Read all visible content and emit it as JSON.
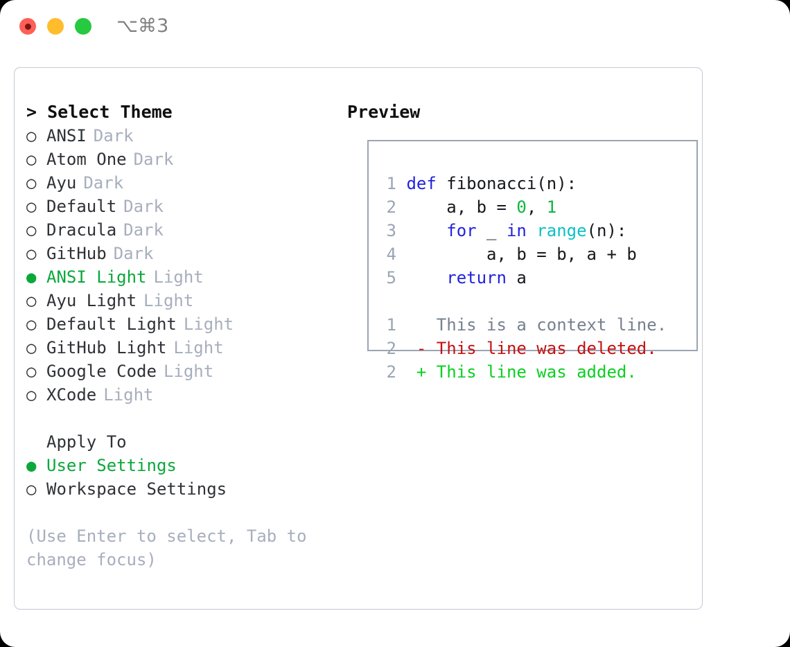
{
  "titlebar": {
    "shortcut": "⌥⌘3",
    "lights": [
      {
        "name": "close",
        "color": "#ff5f56"
      },
      {
        "name": "minimize",
        "color": "#ffbd2e"
      },
      {
        "name": "zoom",
        "color": "#26c940"
      }
    ]
  },
  "colors": {
    "selected": "#0aa83a",
    "muted": "#a7aebd",
    "text": "#2f3136",
    "panel_border": "#c3c9d4",
    "preview_border": "#9ba4b4",
    "keyword": "#2222dd",
    "function": "#0ac0c8",
    "number": "#0ab83c",
    "diff_removed": "#c51111",
    "diff_added": "#0ad022",
    "line_number": "#9ba4b4"
  },
  "theme_panel": {
    "title": "> Select Theme",
    "markers": {
      "selected": "●",
      "unselected": "○"
    },
    "items": [
      {
        "label": "ANSI",
        "variant": "Dark",
        "selected": false
      },
      {
        "label": "Atom One",
        "variant": "Dark",
        "selected": false
      },
      {
        "label": "Ayu",
        "variant": "Dark",
        "selected": false
      },
      {
        "label": "Default",
        "variant": "Dark",
        "selected": false
      },
      {
        "label": "Dracula",
        "variant": "Dark",
        "selected": false
      },
      {
        "label": "GitHub",
        "variant": "Dark",
        "selected": false
      },
      {
        "label": "ANSI Light",
        "variant": "Light",
        "selected": true
      },
      {
        "label": "Ayu Light",
        "variant": "Light",
        "selected": false
      },
      {
        "label": "Default Light",
        "variant": "Light",
        "selected": false
      },
      {
        "label": "GitHub Light",
        "variant": "Light",
        "selected": false
      },
      {
        "label": "Google Code",
        "variant": "Light",
        "selected": false
      },
      {
        "label": "XCode",
        "variant": "Light",
        "selected": false
      }
    ]
  },
  "apply_to": {
    "title": "Apply To",
    "items": [
      {
        "label": "User Settings",
        "selected": true
      },
      {
        "label": "Workspace Settings",
        "selected": false
      }
    ]
  },
  "hint": "(Use Enter to select, Tab to change focus)",
  "preview": {
    "title": "Preview",
    "code_lines": [
      {
        "number": "1",
        "tokens": [
          {
            "t": "def",
            "c": "kw"
          },
          {
            "t": " fibonacci(n):",
            "c": "plain"
          }
        ]
      },
      {
        "number": "2",
        "tokens": [
          {
            "t": "    a, b = ",
            "c": "plain"
          },
          {
            "t": "0",
            "c": "num"
          },
          {
            "t": ", ",
            "c": "plain"
          },
          {
            "t": "1",
            "c": "num"
          }
        ]
      },
      {
        "number": "3",
        "tokens": [
          {
            "t": "    ",
            "c": "plain"
          },
          {
            "t": "for",
            "c": "kw"
          },
          {
            "t": " _ ",
            "c": "plain"
          },
          {
            "t": "in",
            "c": "kw"
          },
          {
            "t": " ",
            "c": "plain"
          },
          {
            "t": "range",
            "c": "fn"
          },
          {
            "t": "(n):",
            "c": "plain"
          }
        ]
      },
      {
        "number": "4",
        "tokens": [
          {
            "t": "        a, b = b, a + b",
            "c": "plain"
          }
        ]
      },
      {
        "number": "5",
        "tokens": [
          {
            "t": "    ",
            "c": "plain"
          },
          {
            "t": "return",
            "c": "kw"
          },
          {
            "t": " a",
            "c": "plain"
          }
        ]
      }
    ],
    "diff_lines": [
      {
        "number": "1",
        "sign": " ",
        "text": " This is a context line.",
        "kind": "ctx"
      },
      {
        "number": "2",
        "sign": "-",
        "text": " This line was deleted.",
        "kind": "del"
      },
      {
        "number": "2",
        "sign": "+",
        "text": " This line was added.",
        "kind": "add"
      }
    ]
  }
}
